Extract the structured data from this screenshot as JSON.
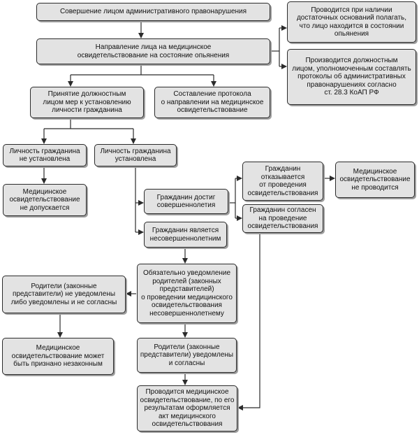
{
  "nodes": {
    "n1": "Совершение лицом административного правонарушения",
    "n2": "Направление лица на медицинское\nосвидетельствование на состояние опьянения",
    "r1": "Проводится при наличии\nдостаточных оснований полагать,\nчто лицо находится в состоянии\nопьянения",
    "r2": "Производится должностным\nлицом, уполномоченным составлять\nпротоколы об административных\nправонарушениях согласно\nст. 28.3 КоАП РФ",
    "n3": "Принятие должностным\nлицом мер к установлению\nличности гражданина",
    "n4": "Составление протокола\nо направлении на медицинское\nосвидетельствование",
    "n5": "Личность гражданина\nне установлена",
    "n6": "Личность гражданина\nустановлена",
    "n7": "Медицинское\nосвидетельствование\nне допускается",
    "n8": "Гражданин достиг\nсовершеннолетия",
    "n9": "Гражданин является\nнесовершеннолетним",
    "n10": "Гражданин\nотказывается\nот проведения\nосвидетельствования",
    "n11": "Медицинское\nосвидетельствование\nне проводится",
    "n12": "Гражданин согласен\nна проведение\nосвидетельствования",
    "n13": "Обязательно уведомление\nродителей (законных\nпредставителей)\nо проведении медицинского\nосвидетельствования\nнесовершеннолетнему",
    "n14": "Родители (законные\nпредставители) не уведомлены\nлибо уведомлены и не согласны",
    "n15": "Медицинское\nосвидетельствование может\nбыть признано незаконным",
    "n16": "Родители (законные\nпредставители) уведомлены\nи согласны",
    "n17": "Проводится медицинское\nосвидетельствование, по его\nрезультатам оформляется\nакт медицинского\nосвидетельствования"
  },
  "colors": {
    "box_fill": "#e3e3e3",
    "box_border": "#2b2b2b",
    "shadow": "#9e9e9e",
    "line": "#2b2b2b"
  }
}
